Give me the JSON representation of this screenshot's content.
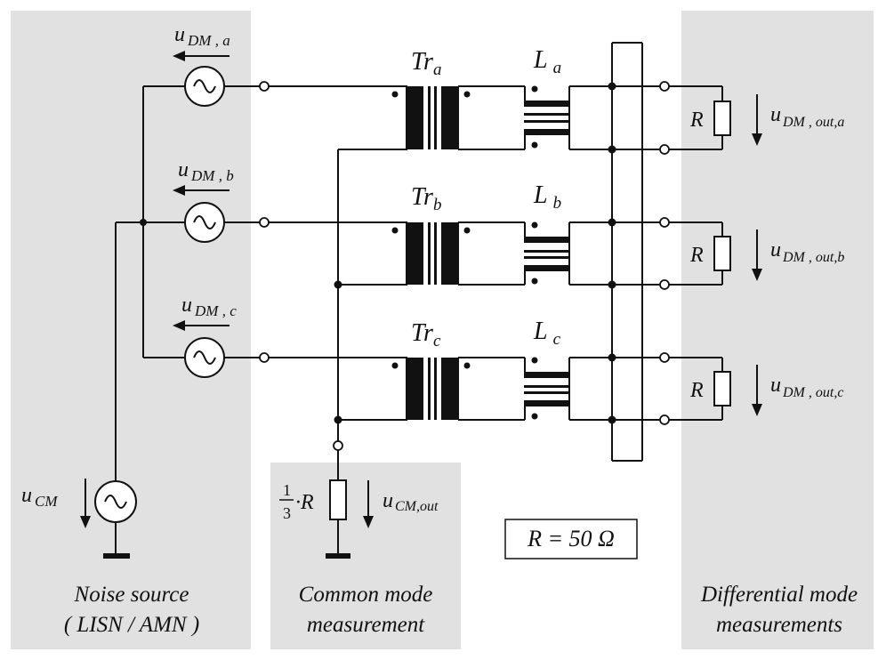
{
  "labels": {
    "u_prefix": "u",
    "dm_a": "DM , a",
    "dm_b": "DM , b",
    "dm_c": "DM , c",
    "cm": "CM",
    "cm_out": "CM,out",
    "tr": "Tr",
    "tr_a": "a",
    "tr_b": "b",
    "tr_c": "c",
    "l": "L",
    "l_a": "a",
    "l_b": "b",
    "l_c": "c",
    "r": "R",
    "dm_out_a": "DM , out,a",
    "dm_out_b": "DM , out,b",
    "dm_out_c": "DM , out,c",
    "frac_num": "1",
    "frac_den": "3",
    "frac_dot": "·R",
    "r_equation": "R = 50 Ω"
  },
  "regions": {
    "noise_source_line1": "Noise source",
    "noise_source_line2": "( LISN / AMN )",
    "common_mode_line1": "Common mode",
    "common_mode_line2": "measurement",
    "differential_line1": "Differential mode",
    "differential_line2": "measurements"
  }
}
